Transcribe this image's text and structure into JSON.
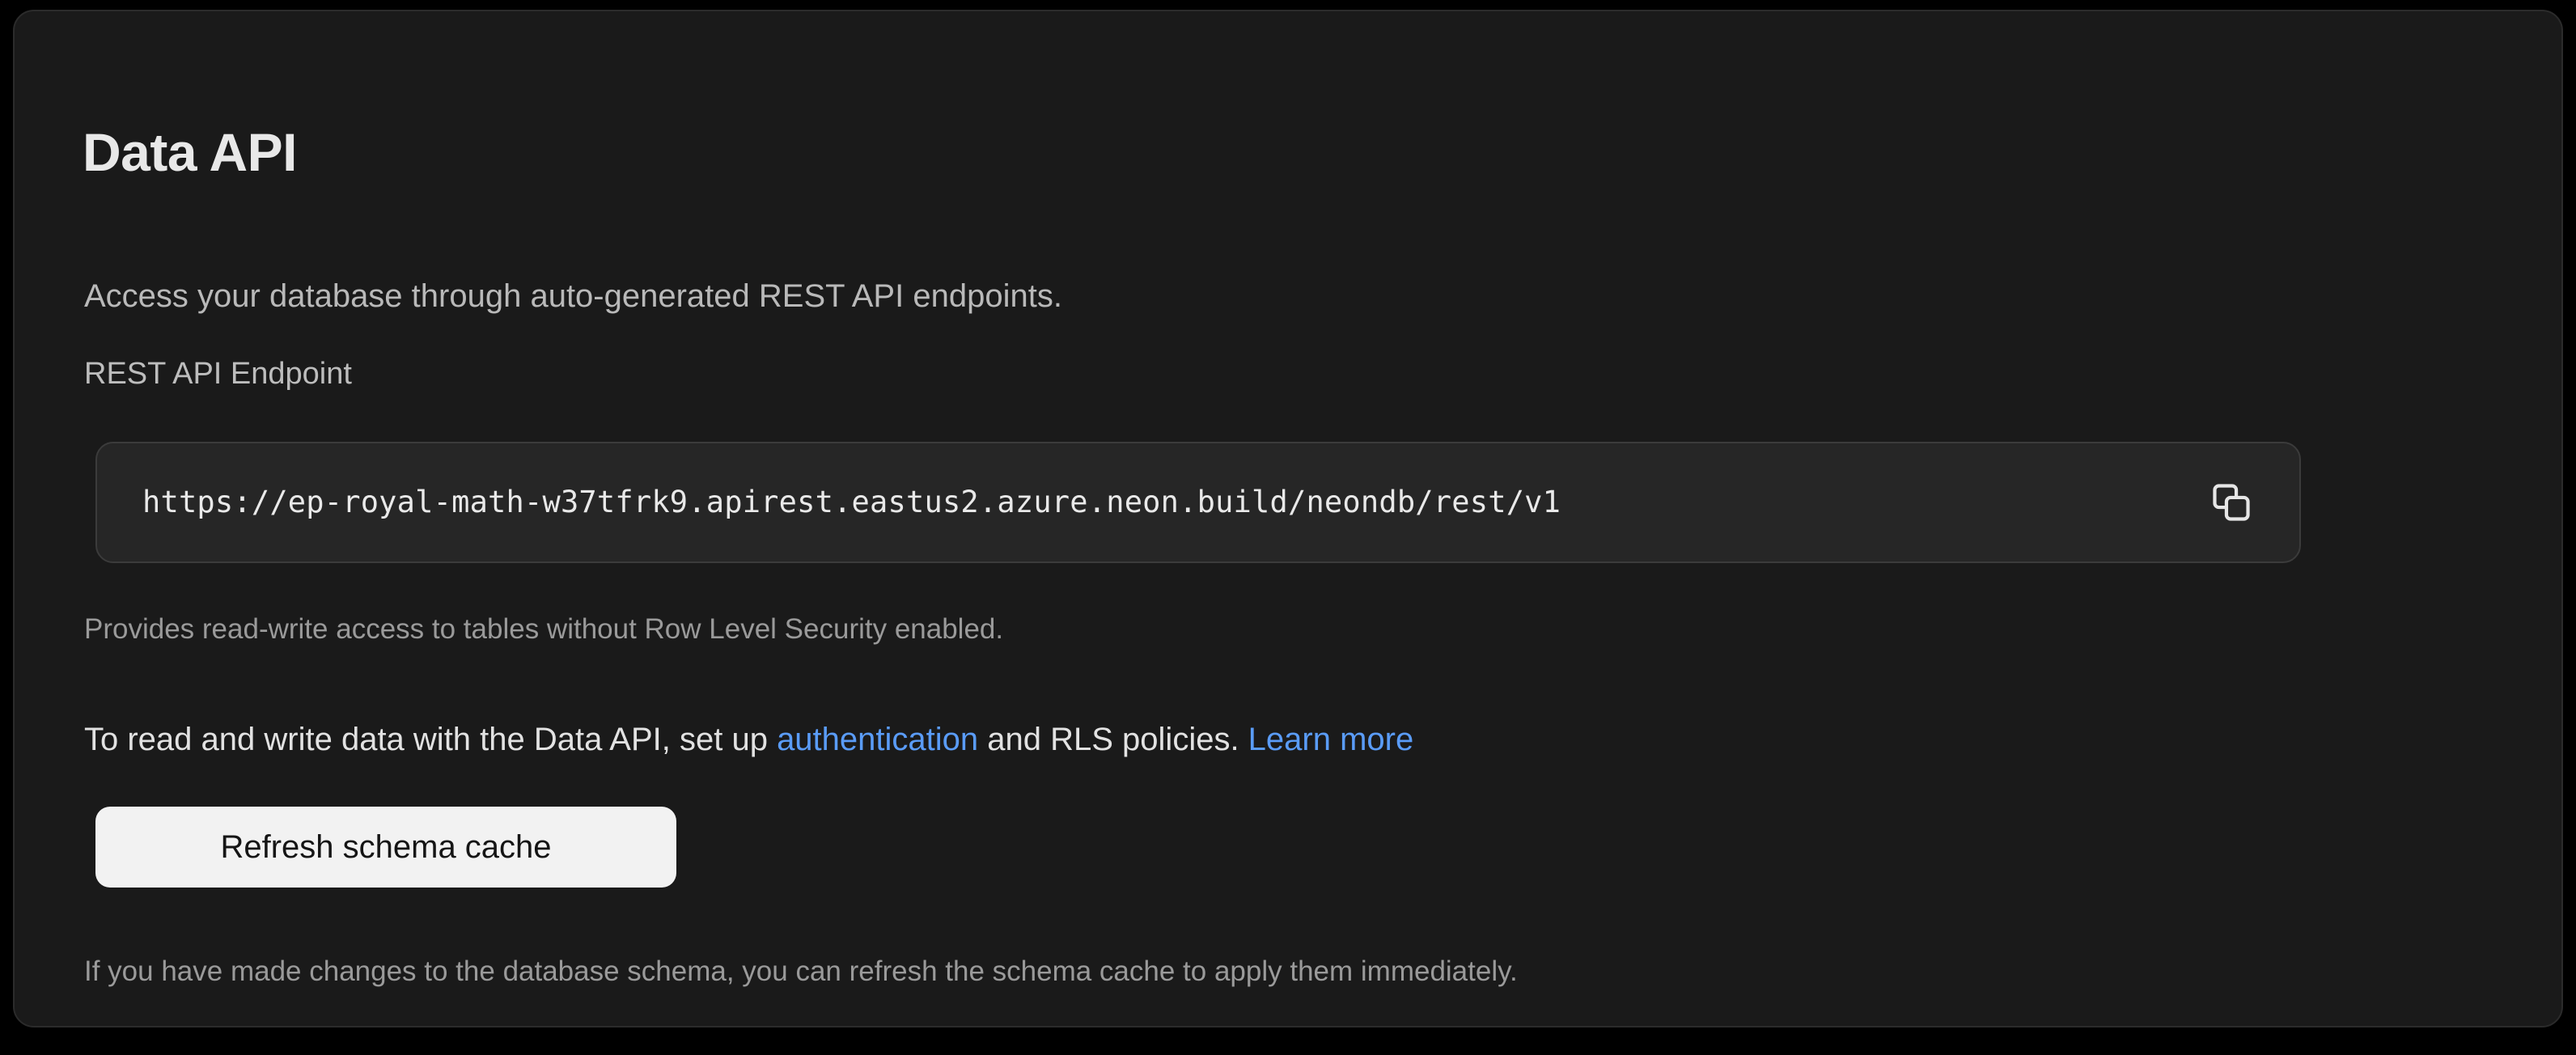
{
  "card": {
    "title": "Data API",
    "description": "Access your database through auto-generated REST API endpoints.",
    "endpoint": {
      "label": "REST API Endpoint",
      "value": "https://ep-royal-math-w37tfrk9.apirest.eastus2.azure.neon.build/neondb/rest/v1",
      "placeholder": "https://",
      "copy_icon": "copy-icon",
      "help_text": "Provides read-write access to tables without Row Level Security enabled."
    },
    "body": {
      "prefix": "To read and write data with the Data API, set up ",
      "link_authentication": "authentication",
      "middle": " and RLS policies. ",
      "link_learn_more": "Learn more"
    },
    "refresh_button_label": "Refresh schema cache",
    "footer_note": "If you have made changes to the database schema, you can refresh the schema cache to apply them immediately."
  },
  "colors": {
    "page_background": "#000000",
    "card_background": "#1a1a1a",
    "card_border": "#2b2b2b",
    "field_background": "#262626",
    "field_border": "#3b3b3b",
    "link": "#5a9cf8",
    "button_background": "#f2f2f2",
    "button_text": "#151515",
    "muted_text": "#9a9a9a",
    "primary_text": "#e8e8e8"
  }
}
